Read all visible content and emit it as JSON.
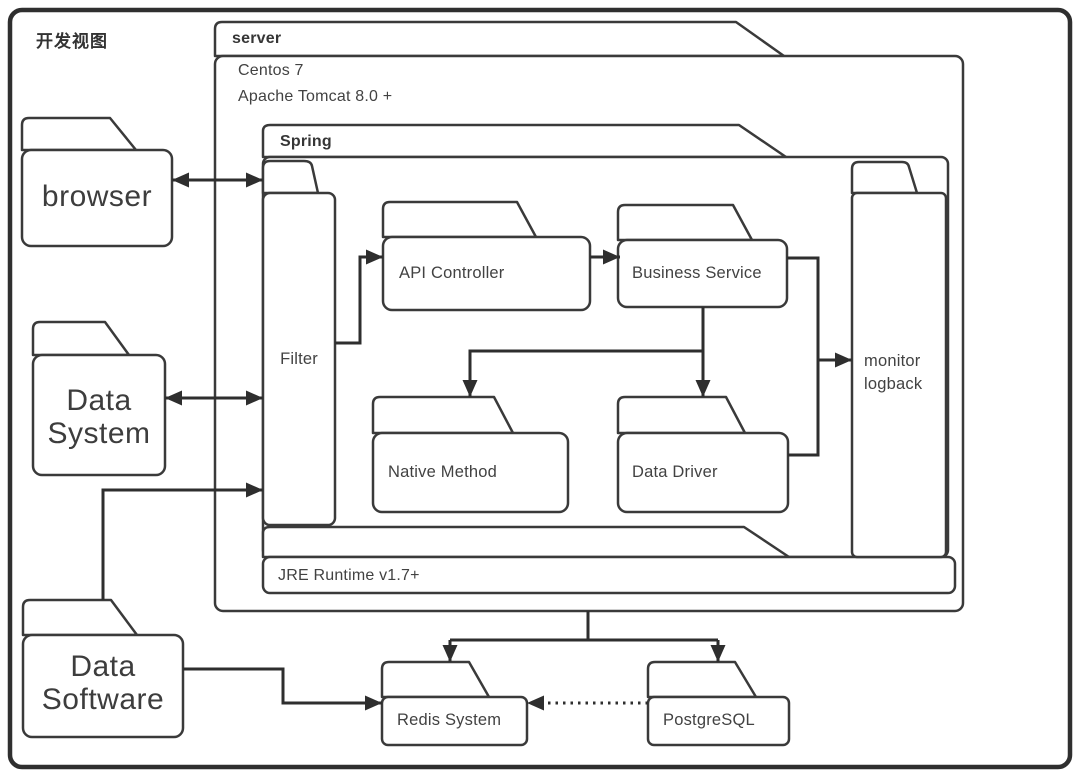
{
  "diagram": {
    "title": "开发视图",
    "colors": {
      "shape_stroke": "#3a3a3a",
      "connector": "#2e2e2e",
      "text": "#3d3d3d",
      "background": "#ffffff"
    },
    "server": {
      "label": "server",
      "env_line1": "Centos 7",
      "env_line2": "Apache Tomcat 8.0 +",
      "spring": {
        "label": "Spring",
        "filter": "Filter",
        "api_controller": "API Controller",
        "business_service": "Business Service",
        "native_method": "Native Method",
        "data_driver": "Data Driver",
        "monitor_line1": "monitor",
        "monitor_line2": "logback"
      },
      "jre": "JRE Runtime v1.7+"
    },
    "external": {
      "browser": "browser",
      "data_system_line1": "Data",
      "data_system_line2": "System",
      "data_software_line1": "Data",
      "data_software_line2": "Software",
      "redis": "Redis System",
      "postgresql": "PostgreSQL"
    }
  }
}
